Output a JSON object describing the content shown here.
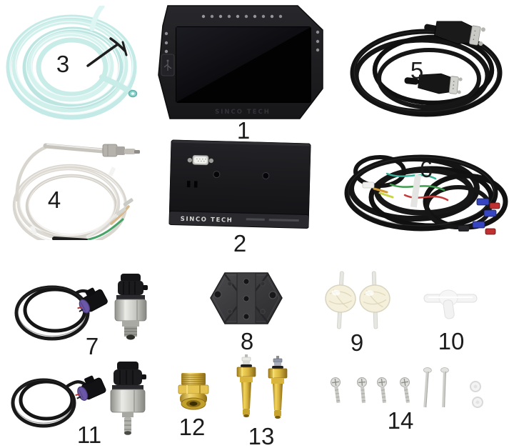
{
  "photo": {
    "brand": "SINCO TECH",
    "background": "#ffffff"
  },
  "parts": [
    {
      "number": "1",
      "name": "dash-display-unit"
    },
    {
      "number": "2",
      "name": "control-box"
    },
    {
      "number": "3",
      "name": "clear-tubing-coil"
    },
    {
      "number": "4",
      "name": "egt-sensor-cable"
    },
    {
      "number": "5",
      "name": "db9-data-cable"
    },
    {
      "number": "6",
      "name": "wiring-harness"
    },
    {
      "number": "7",
      "name": "pressure-sensor-kit"
    },
    {
      "number": "8",
      "name": "mounting-bracket"
    },
    {
      "number": "9",
      "name": "inline-filters"
    },
    {
      "number": "10",
      "name": "tee-fitting"
    },
    {
      "number": "11",
      "name": "pressure-sensor-kit-barb"
    },
    {
      "number": "12",
      "name": "brass-adapter"
    },
    {
      "number": "13",
      "name": "brass-temperature-sensors"
    },
    {
      "number": "14",
      "name": "screw-set"
    }
  ],
  "display_unit": {
    "brand_label": "SINCO TECH"
  },
  "control_box": {
    "brand_label": "SINCO TECH"
  },
  "colors": {
    "panel_black": "#1d1d1f",
    "tubing_aqua": "#c4ebe7",
    "egt_cable_silver": "#d9d5cf",
    "brass_gold": "#d9b53e",
    "seal_purple": "#6a57a8",
    "connector_blue": "#3646c2",
    "connector_red": "#c03030"
  }
}
